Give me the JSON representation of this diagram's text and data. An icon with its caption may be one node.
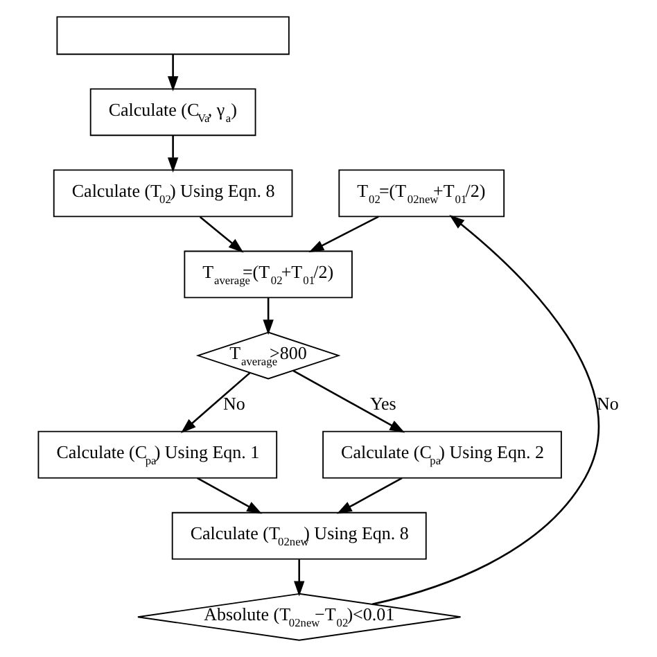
{
  "diagram": {
    "nodes": [
      {
        "text": [],
        "shape": "box"
      },
      {
        "text": [
          "Calculate (C$_{Va}$, γ$_{a}$)"
        ]
      },
      {
        "text": [
          "Calculate (T$_{02}$) Using Eqn. 8"
        ]
      },
      {
        "text": [
          "T$_{02}$=(T$_{02new}$+T$_{01}$/2)"
        ]
      },
      {
        "text": [
          "T$_{average}$=(T$_{02}$+T$_{01}$/2)"
        ]
      },
      {
        "text": [
          "T$_{average}$>800"
        ]
      },
      {
        "text": [
          "Calculate (C$_{pa}$) Using Eqn. 1"
        ]
      },
      {
        "text": [
          "Calculate (C$_{pa}$) Using Eqn. 2"
        ]
      },
      {
        "text": [
          "Calculate (T$_{02new}$) Using Eqn. 8"
        ]
      },
      {
        "text": [
          "Absolute (T$_{02new}$−T$_{02}$)<0.01"
        ]
      }
    ],
    "edges": [
      {
        "from": 0,
        "to": 1,
        "arrow": "to"
      },
      {
        "from": 1,
        "to": 2,
        "arrow": "to"
      },
      {
        "from": 2,
        "to": 4,
        "arrow": "to"
      },
      {
        "from": 3,
        "to": 4,
        "arrow": "to"
      },
      {
        "from": 4,
        "to": 5,
        "arrow": "to"
      },
      {
        "from": 5,
        "to": 6,
        "label": "No",
        "arrow": "to"
      },
      {
        "from": 5,
        "to": 7,
        "label": "Yes",
        "arrow": "to"
      },
      {
        "from": 6,
        "to": 8,
        "arrow": "to"
      },
      {
        "from": 7,
        "to": 8,
        "arrow": "to"
      },
      {
        "from": 8,
        "to": 9,
        "arrow": "to"
      },
      {
        "from": 9,
        "to": 3,
        "label": "No",
        "arrow": "to"
      }
    ]
  }
}
